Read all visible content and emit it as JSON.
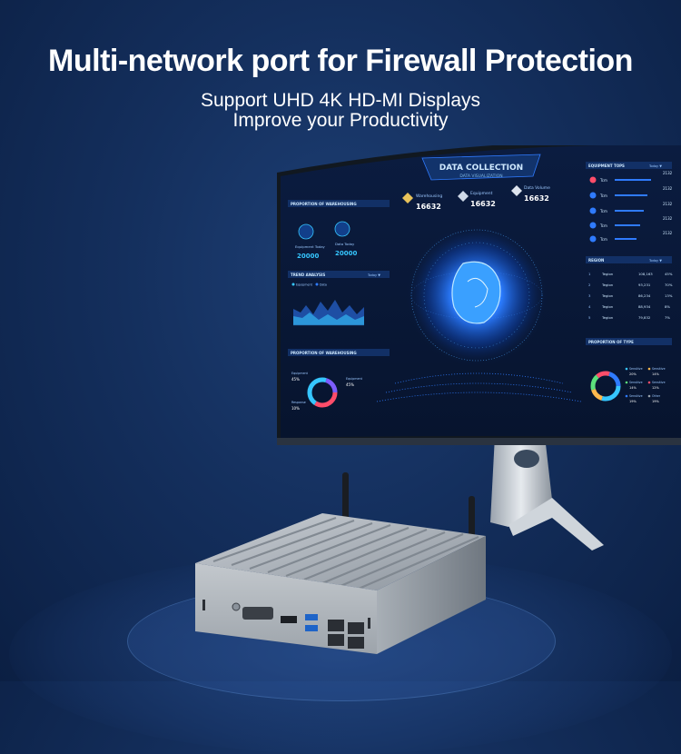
{
  "banner": {
    "headline": "Multi-network port for Firewall Protection",
    "line1": "Support UHD 4K HD-MI Displays",
    "line2": "Improve your Productivity"
  },
  "screen": {
    "title": "DATA COLLECTION",
    "subtitle": "DATA VISUALIZATION",
    "stats": [
      {
        "label": "Warehousing",
        "value": "16632"
      },
      {
        "label": "Equipment",
        "value": "16632"
      },
      {
        "label": "Data Volume",
        "value": "16632"
      }
    ],
    "left_panel": {
      "section1": "PROPORTION OF WAREHOUSING",
      "equipment_today_label": "Equipment Today",
      "equipment_today_value": "20000",
      "data_today_label": "Data Today",
      "data_today_value": "20000",
      "section2": "TREND ANALYSIS",
      "trend_filter": "Today ▼",
      "legend_a": "Equipment",
      "legend_b": "Data",
      "section3": "PROPORTION OF WAREHOUSING",
      "donut_l1_label": "Equipment",
      "donut_l1_value": "45%",
      "donut_r1_label": "Equipment",
      "donut_r1_value": "45%",
      "donut_l2_label": "Response",
      "donut_l2_value": "10%"
    },
    "right_panel": {
      "section1": "EQUIPMENT TOPS",
      "filter1": "Today ▼",
      "tops": [
        {
          "name": "Tcm",
          "value": "2132"
        },
        {
          "name": "Tcm",
          "value": "2132"
        },
        {
          "name": "Tcm",
          "value": "2132"
        },
        {
          "name": "Tcm",
          "value": "2132"
        },
        {
          "name": "Tcm",
          "value": "2132"
        }
      ],
      "section2": "REGION",
      "filter2": "Today ▼",
      "regions": [
        {
          "idx": "1",
          "name": "Tegion",
          "value": "108,163",
          "pct": "45%"
        },
        {
          "idx": "2",
          "name": "Tegion",
          "value": "93,231",
          "pct": "70%"
        },
        {
          "idx": "3",
          "name": "Tegion",
          "value": "86,234",
          "pct": "13%"
        },
        {
          "idx": "4",
          "name": "Tegion",
          "value": "88,934",
          "pct": "8%"
        },
        {
          "idx": "5",
          "name": "Tegion",
          "value": "79,832",
          "pct": "7%"
        }
      ],
      "section3": "PROPORTION OF TYPE",
      "types": [
        {
          "name": "Sensitive",
          "pct": "20%"
        },
        {
          "name": "Sensitive",
          "pct": "14%"
        },
        {
          "name": "Sensitive",
          "pct": "14%"
        },
        {
          "name": "Sensitive",
          "pct": "12%"
        },
        {
          "name": "Sensitive",
          "pct": "19%"
        },
        {
          "name": "Other",
          "pct": "19%"
        }
      ]
    }
  },
  "colors": {
    "screen_bg": "#0a1a3a",
    "accent_cyan": "#36c6ff",
    "accent_blue": "#2f7bff",
    "panel_line": "#1f4d8c"
  }
}
